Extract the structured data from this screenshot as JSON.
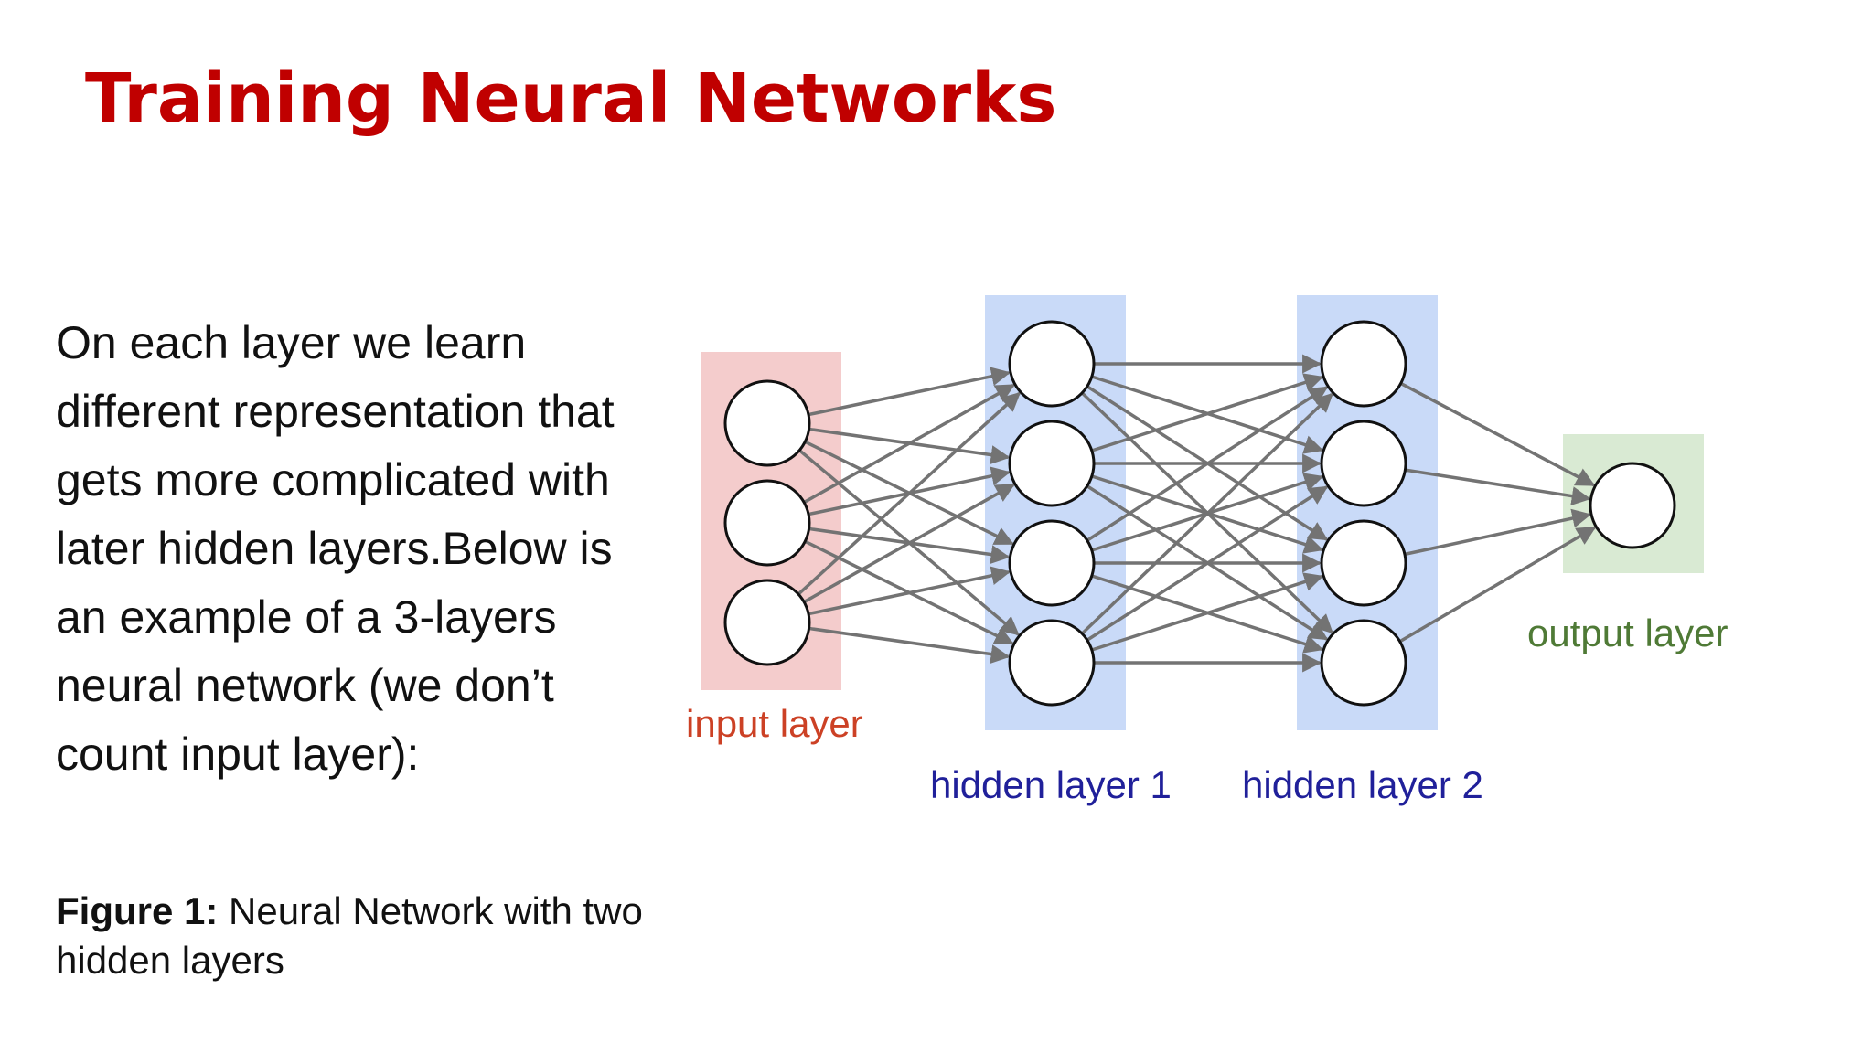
{
  "slide": {
    "title": "Training Neural Networks",
    "title_color": "#c00000",
    "body": "On each layer we learn different representation that gets more complicated with later hidden layers.Below is an example of a 3-layers neural network (we don’t count input layer):",
    "caption_label": "Figure 1:",
    "caption_text": " Neural Network with two hidden layers"
  },
  "diagram": {
    "layers": [
      {
        "label": "input layer",
        "nodes": 3,
        "band_color": "#f4cccc",
        "label_color": "#cc4125"
      },
      {
        "label": "hidden layer 1",
        "nodes": 4,
        "band_color": "#c9daf8",
        "label_color": "#20209a"
      },
      {
        "label": "hidden layer 2",
        "nodes": 4,
        "band_color": "#c9daf8",
        "label_color": "#20209a"
      },
      {
        "label": "output layer",
        "nodes": 1,
        "band_color": "#d9ead3",
        "label_color": "#4f7a36"
      }
    ],
    "edge_color": "#737373",
    "node_stroke": "#111111",
    "connectivity": "fully-connected"
  }
}
